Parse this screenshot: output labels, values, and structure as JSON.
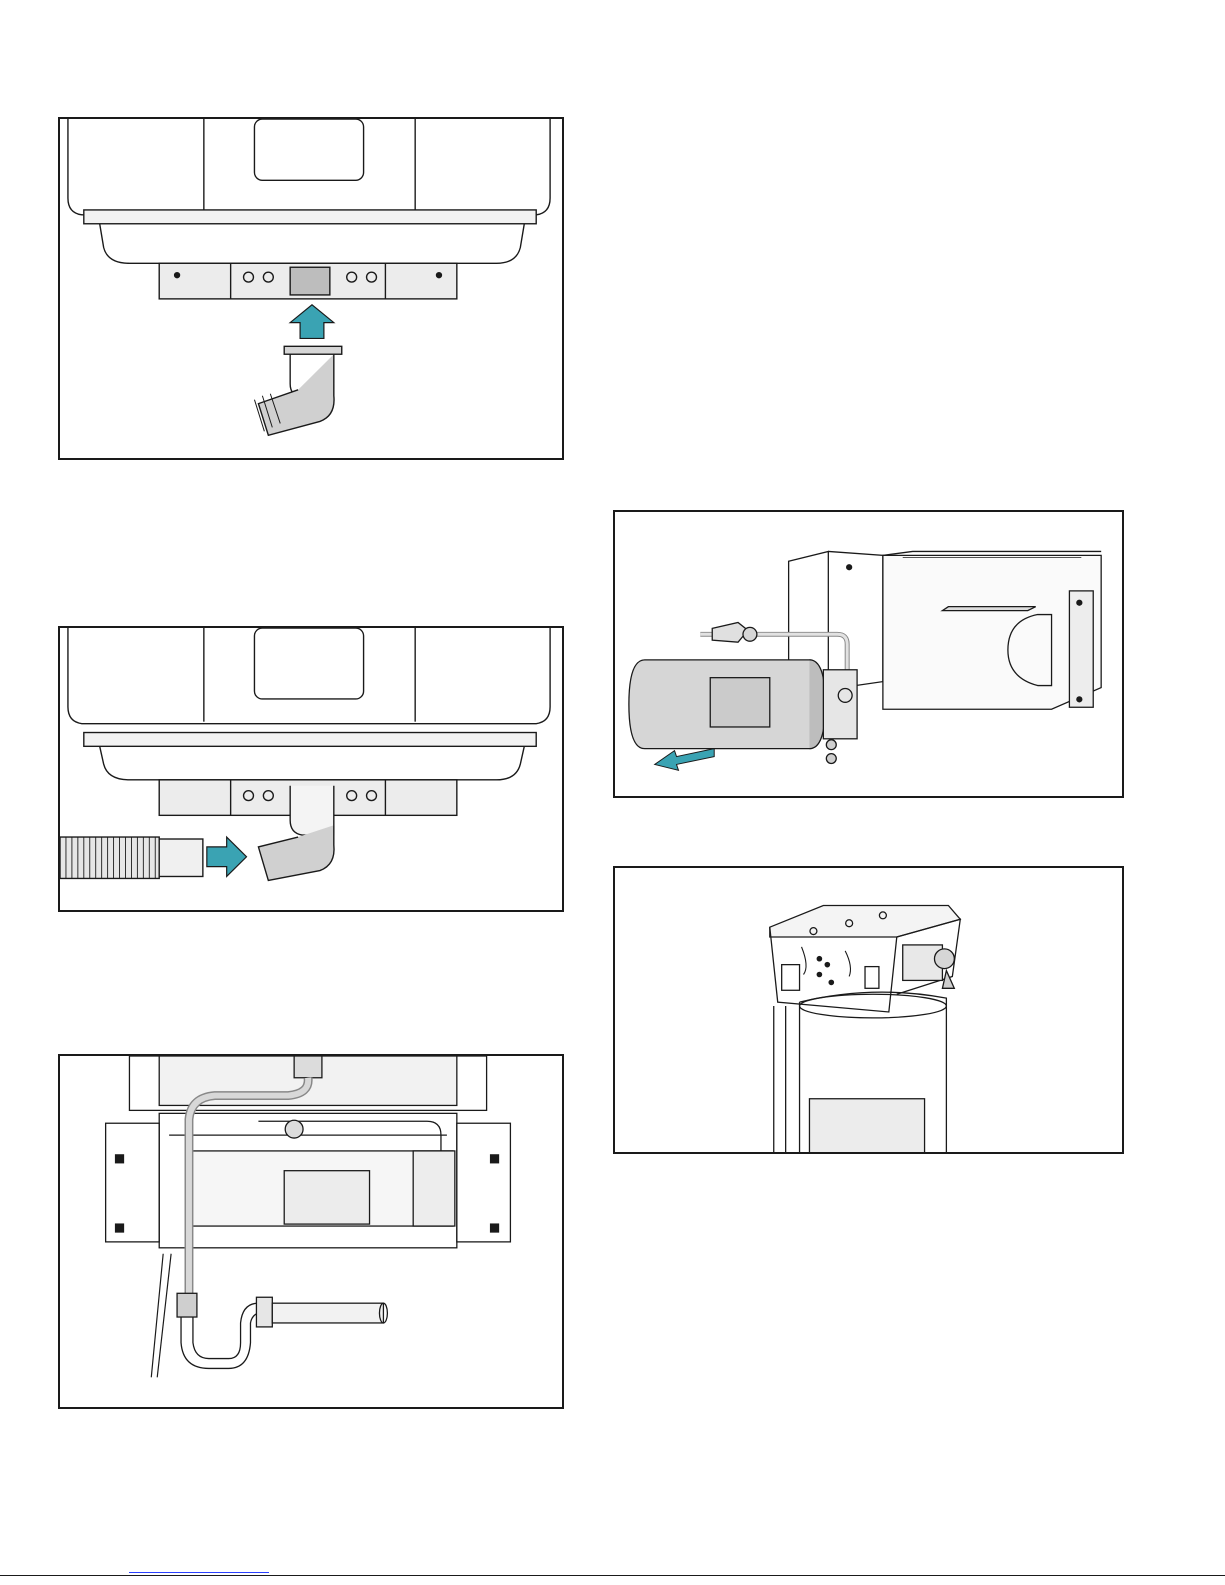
{
  "page": {
    "figures": [
      {
        "id": "f1",
        "icon": "drain-elbow-insert-illustration",
        "arrow_color": "#3aa3b3"
      },
      {
        "id": "f2",
        "icon": "drain-hose-connect-illustration",
        "arrow_color": "#3aa3b3"
      },
      {
        "id": "f3",
        "icon": "drain-routing-ptrap-illustration"
      },
      {
        "id": "f4",
        "icon": "filter-cartridge-remove-illustration",
        "arrow_color": "#3aa3b3"
      },
      {
        "id": "f5",
        "icon": "filter-head-closeup-illustration"
      }
    ],
    "link_color": "#2a40ff"
  }
}
